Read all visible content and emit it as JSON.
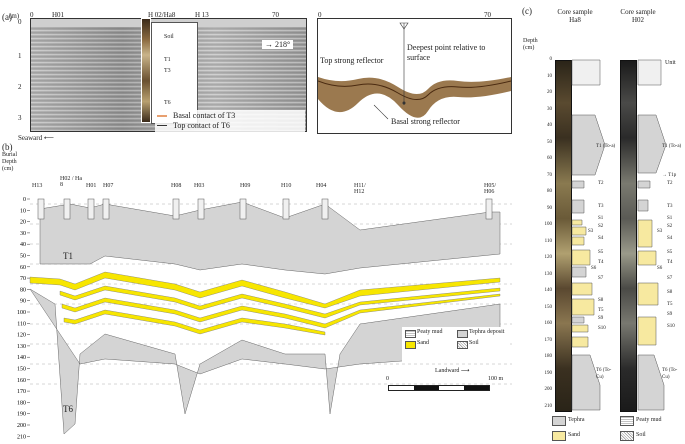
{
  "panel_a": {
    "letter": "(a)",
    "depth_unit": "(m)",
    "depth_ticks": [
      "0",
      "1",
      "2",
      "3"
    ],
    "top_labels": {
      "h01": "H01",
      "h02": "H 02/Ha8",
      "h13": "H 13",
      "scale_left": "0",
      "scale_mid": "70"
    },
    "direction": "218°",
    "core_labels": [
      "Soil",
      "T1",
      "T3",
      "T6"
    ],
    "legend": {
      "basal": "Basal contact of T3",
      "top": "Top contact of T6"
    },
    "seaward": "Seaward",
    "schematic": {
      "scale_left": "0",
      "scale_right": "70",
      "top_reflector": "Top strong reflector",
      "deepest_point": "Deepest point relative to surface",
      "basal_reflector": "Basal strong reflector"
    }
  },
  "panel_b": {
    "letter": "(b)",
    "axis_title_1": "Burial",
    "axis_title_2": "Depth",
    "axis_unit": "(cm)",
    "depth_ticks": [
      "0",
      "10",
      "20",
      "30",
      "40",
      "50",
      "60",
      "70",
      "80",
      "90",
      "100",
      "110",
      "120",
      "130",
      "140",
      "150",
      "160",
      "170",
      "180",
      "190",
      "200",
      "210"
    ],
    "sites": [
      "H13",
      "H02 / Ha 8",
      "H01",
      "H07",
      "H08",
      "H03",
      "H09",
      "H10",
      "H04",
      "H11/ H12",
      "H05/ H06"
    ],
    "layer_labels": {
      "t1": "T1",
      "t6": "T6"
    },
    "legend": {
      "peaty": "Peaty mud",
      "tephra": "Tephra deposit",
      "sand": "Sand",
      "soil": "Soil"
    },
    "scale": {
      "zero": "0",
      "hundred": "100 m",
      "landward": "Landward"
    },
    "colors": {
      "sand": "#f7e600",
      "tephra": "#d4d4d4"
    }
  },
  "panel_c": {
    "letter": "(c)",
    "core_ha8": "Core sample Ha8",
    "core_h02": "Core sample H02",
    "depth_label": "Depth",
    "depth_unit": "(cm)",
    "unit_label": "Unit",
    "depth_ticks": [
      "0",
      "10",
      "20",
      "30",
      "40",
      "50",
      "60",
      "70",
      "80",
      "90",
      "100",
      "110",
      "120",
      "130",
      "140",
      "150",
      "160",
      "170",
      "180",
      "190",
      "200",
      "210"
    ],
    "ha8_units": [
      "T1 (To-a)",
      "T2",
      "T3",
      "S1",
      "S2",
      "S3",
      "S4",
      "S5",
      "T4",
      "S6",
      "S7",
      "S8",
      "T5",
      "S9",
      "S10",
      "T6 (To-Cu)"
    ],
    "h02_units": [
      "T1 (To-a)",
      "T1p",
      "T2",
      "T3",
      "S1",
      "S2",
      "S3",
      "S4",
      "S5",
      "T4",
      "S6",
      "S7",
      "S8",
      "T5",
      "S9",
      "S10",
      "T6 (To-Cu)"
    ],
    "legend": {
      "tephra": "Tephra",
      "peaty": "Peaty mud",
      "soil": "Soil",
      "sand": "Sand"
    }
  }
}
